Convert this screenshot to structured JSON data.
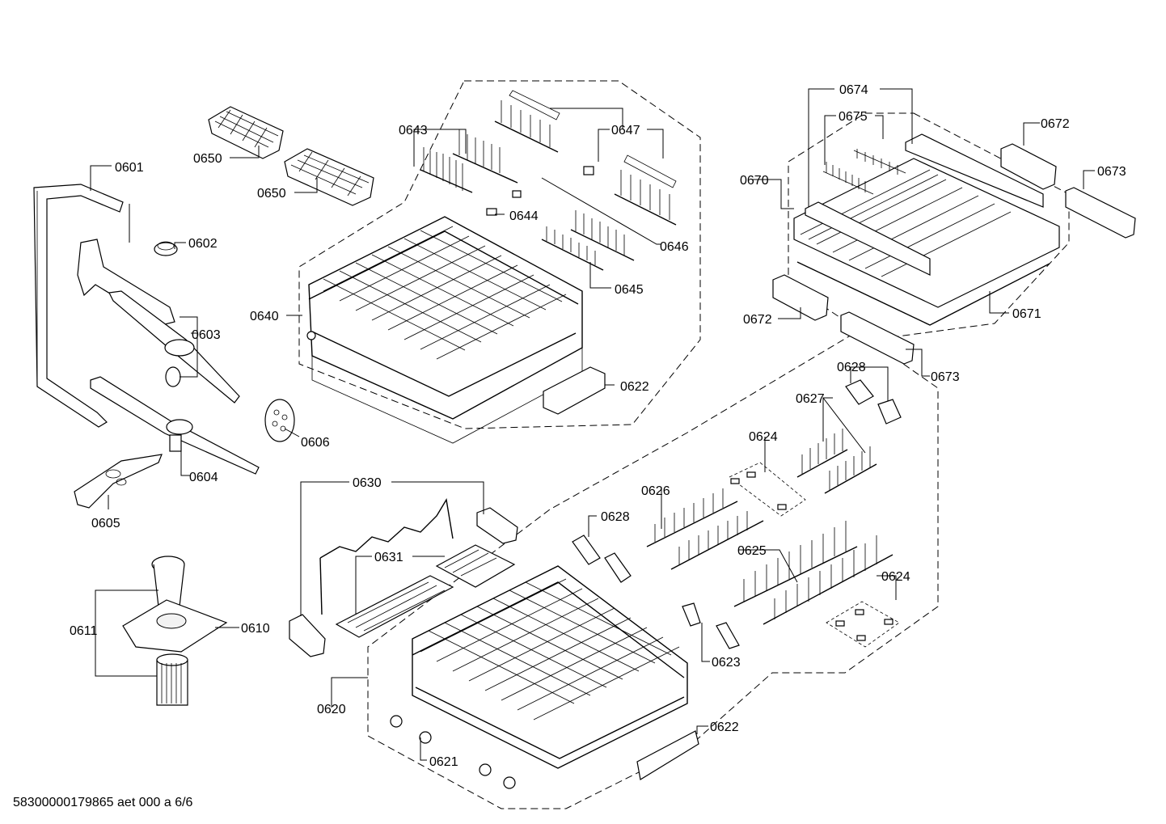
{
  "labels": {
    "p0601": "0601",
    "p0602": "0602",
    "p0603": "0603",
    "p0604": "0604",
    "p0605": "0605",
    "p0606": "0606",
    "p0610": "0610",
    "p0611": "0611",
    "p0620": "0620",
    "p0621": "0621",
    "p0622_top": "0622",
    "p0622_bottom": "0622",
    "p0623": "0623",
    "p0624_a": "0624",
    "p0624_b": "0624",
    "p0625": "0625",
    "p0626": "0626",
    "p0627": "0627",
    "p0628_a": "0628",
    "p0628_b": "0628",
    "p0630": "0630",
    "p0631": "0631",
    "p0640": "0640",
    "p0643": "0643",
    "p0644": "0644",
    "p0645": "0645",
    "p0646": "0646",
    "p0647": "0647",
    "p0650_a": "0650",
    "p0650_b": "0650",
    "p0670": "0670",
    "p0671": "0671",
    "p0672_a": "0672",
    "p0672_b": "0672",
    "p0673_a": "0673",
    "p0673_b": "0673",
    "p0674": "0674",
    "p0675": "0675"
  },
  "footer": {
    "document_id": "58300000179865 aet 000 a 6/6"
  }
}
